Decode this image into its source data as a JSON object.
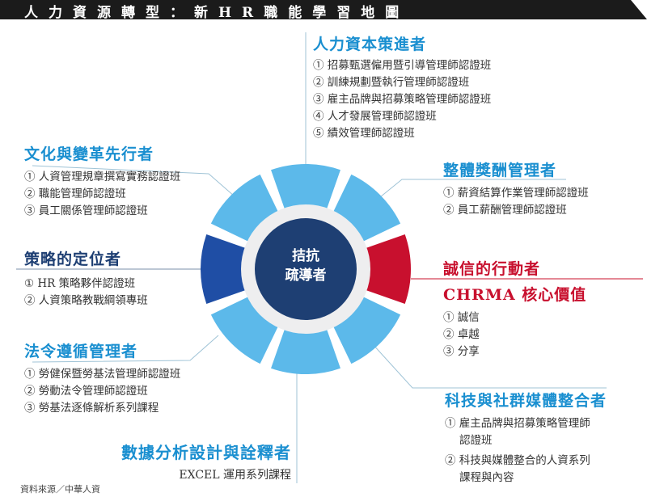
{
  "banner": {
    "title": "人力資源轉型：新HR職能學習地圖"
  },
  "center": {
    "line1": "拮抗",
    "line2": "疏導者"
  },
  "roles": {
    "capital": {
      "title": "人力資本策進者",
      "items": [
        "① 招募甄選僱用暨引導管理師認證班",
        "② 訓練規劃暨執行管理師認證班",
        "③ 雇主品牌與招募策略管理師認證班",
        "④ 人才發展管理師認證班",
        "⑤ 績效管理師認證班"
      ]
    },
    "culture": {
      "title": "文化與變革先行者",
      "items": [
        "① 人資管理規章撰寫實務認證班",
        "② 職能管理師認證班",
        "③ 員工關係管理師認證班"
      ]
    },
    "strategy": {
      "title": "策略的定位者",
      "items": [
        "① HR 策略夥伴認證班",
        "② 人資策略教戰綱領專班"
      ]
    },
    "compliance": {
      "title": "法令遵循管理者",
      "items": [
        "① 勞健保暨勞基法管理師認證班",
        "② 勞動法令管理師認證班",
        "③ 勞基法逐條解析系列課程"
      ]
    },
    "rewards": {
      "title": "整體獎酬管理者",
      "items": [
        "① 薪資結算作業管理師認證班",
        "② 員工薪酬管理師認證班"
      ]
    },
    "integrity": {
      "title": "誠信的行動者",
      "subtitle": "CHRMA 核心價值",
      "items": [
        "① 誠信",
        "② 卓越",
        "③ 分享"
      ]
    },
    "tech": {
      "title": "科技與社群媒體整合者",
      "items": [
        "① 雇主品牌與招募策略管理師",
        "認證班",
        "② 科技與媒體整合的人資系列",
        "課程與內容"
      ]
    },
    "data": {
      "title": "數據分析設計與詮釋者",
      "items": [
        "EXCEL 運用系列課程"
      ]
    }
  },
  "source": "資料來源／中華人資",
  "colors": {
    "light_blue": "#5cb9ea",
    "dark_blue": "#1f4ea5",
    "red": "#c8102e",
    "center": "#1e3f73",
    "title_blue": "#1a8fd0"
  }
}
